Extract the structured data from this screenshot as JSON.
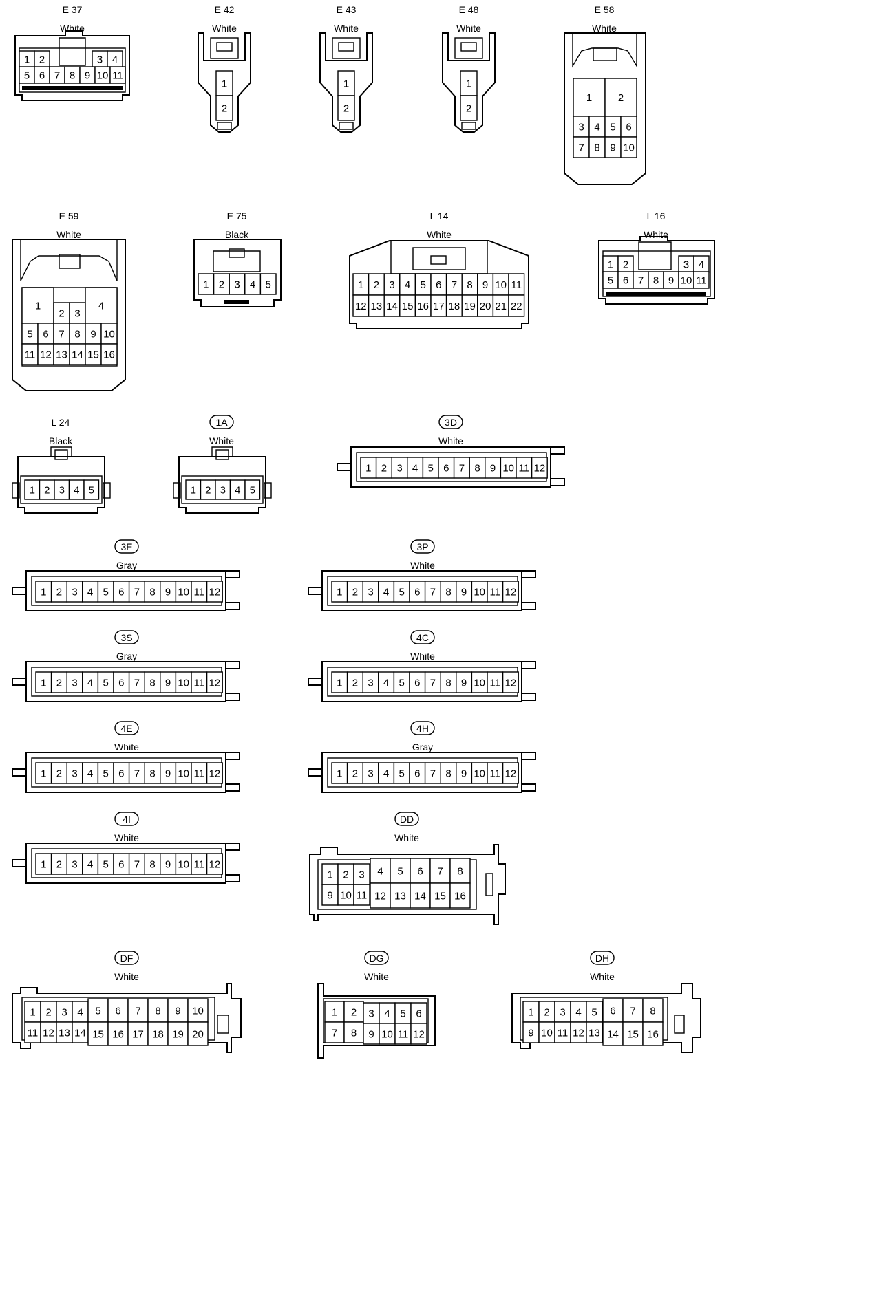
{
  "connectors": [
    {
      "code": "E 37",
      "boxed": false,
      "color": "White",
      "pins": [
        "1",
        "2",
        "3",
        "4",
        "5",
        "6",
        "7",
        "8",
        "9",
        "10",
        "11"
      ]
    },
    {
      "code": "E 42",
      "boxed": false,
      "color": "White",
      "pins": [
        "1",
        "2"
      ]
    },
    {
      "code": "E 43",
      "boxed": false,
      "color": "White",
      "pins": [
        "1",
        "2"
      ]
    },
    {
      "code": "E 48",
      "boxed": false,
      "color": "White",
      "pins": [
        "1",
        "2"
      ]
    },
    {
      "code": "E 58",
      "boxed": false,
      "color": "White",
      "pins": [
        "1",
        "2",
        "3",
        "4",
        "5",
        "6",
        "7",
        "8",
        "9",
        "10"
      ]
    },
    {
      "code": "E 59",
      "boxed": false,
      "color": "White",
      "pins": [
        "1",
        "2",
        "3",
        "4",
        "5",
        "6",
        "7",
        "8",
        "9",
        "10",
        "11",
        "12",
        "13",
        "14",
        "15",
        "16"
      ]
    },
    {
      "code": "E 75",
      "boxed": false,
      "color": "Black",
      "pins": [
        "1",
        "2",
        "3",
        "4",
        "5"
      ]
    },
    {
      "code": "L 14",
      "boxed": false,
      "color": "White",
      "pins": [
        "1",
        "2",
        "3",
        "4",
        "5",
        "6",
        "7",
        "8",
        "9",
        "10",
        "11",
        "12",
        "13",
        "14",
        "15",
        "16",
        "17",
        "18",
        "19",
        "20",
        "21",
        "22"
      ]
    },
    {
      "code": "L 16",
      "boxed": false,
      "color": "White",
      "pins": [
        "1",
        "2",
        "3",
        "4",
        "5",
        "6",
        "7",
        "8",
        "9",
        "10",
        "11"
      ]
    },
    {
      "code": "L 24",
      "boxed": false,
      "color": "Black",
      "pins": [
        "1",
        "2",
        "3",
        "4",
        "5"
      ]
    },
    {
      "code": "1A",
      "boxed": true,
      "color": "White",
      "pins": [
        "1",
        "2",
        "3",
        "4",
        "5"
      ]
    },
    {
      "code": "3D",
      "boxed": true,
      "color": "White",
      "pins": [
        "1",
        "2",
        "3",
        "4",
        "5",
        "6",
        "7",
        "8",
        "9",
        "10",
        "11",
        "12"
      ]
    },
    {
      "code": "3E",
      "boxed": true,
      "color": "Gray",
      "pins": [
        "1",
        "2",
        "3",
        "4",
        "5",
        "6",
        "7",
        "8",
        "9",
        "10",
        "11",
        "12"
      ]
    },
    {
      "code": "3P",
      "boxed": true,
      "color": "White",
      "pins": [
        "1",
        "2",
        "3",
        "4",
        "5",
        "6",
        "7",
        "8",
        "9",
        "10",
        "11",
        "12"
      ]
    },
    {
      "code": "3S",
      "boxed": true,
      "color": "Gray",
      "pins": [
        "1",
        "2",
        "3",
        "4",
        "5",
        "6",
        "7",
        "8",
        "9",
        "10",
        "11",
        "12"
      ]
    },
    {
      "code": "4C",
      "boxed": true,
      "color": "White",
      "pins": [
        "1",
        "2",
        "3",
        "4",
        "5",
        "6",
        "7",
        "8",
        "9",
        "10",
        "11",
        "12"
      ]
    },
    {
      "code": "4E",
      "boxed": true,
      "color": "White",
      "pins": [
        "1",
        "2",
        "3",
        "4",
        "5",
        "6",
        "7",
        "8",
        "9",
        "10",
        "11",
        "12"
      ]
    },
    {
      "code": "4H",
      "boxed": true,
      "color": "Gray",
      "pins": [
        "1",
        "2",
        "3",
        "4",
        "5",
        "6",
        "7",
        "8",
        "9",
        "10",
        "11",
        "12"
      ]
    },
    {
      "code": "4I",
      "boxed": true,
      "color": "White",
      "pins": [
        "1",
        "2",
        "3",
        "4",
        "5",
        "6",
        "7",
        "8",
        "9",
        "10",
        "11",
        "12"
      ]
    },
    {
      "code": "DD",
      "boxed": true,
      "color": "White",
      "pins": [
        "1",
        "2",
        "3",
        "4",
        "5",
        "6",
        "7",
        "8",
        "9",
        "10",
        "11",
        "12",
        "13",
        "14",
        "15",
        "16"
      ]
    },
    {
      "code": "DF",
      "boxed": true,
      "color": "White",
      "pins": [
        "1",
        "2",
        "3",
        "4",
        "5",
        "6",
        "7",
        "8",
        "9",
        "10",
        "11",
        "12",
        "13",
        "14",
        "15",
        "16",
        "17",
        "18",
        "19",
        "20"
      ]
    },
    {
      "code": "DG",
      "boxed": true,
      "color": "White",
      "pins": [
        "1",
        "2",
        "3",
        "4",
        "5",
        "6",
        "7",
        "8",
        "9",
        "10",
        "11",
        "12"
      ]
    },
    {
      "code": "DH",
      "boxed": true,
      "color": "White",
      "pins": [
        "1",
        "2",
        "3",
        "4",
        "5",
        "6",
        "7",
        "8",
        "9",
        "10",
        "11",
        "12",
        "13",
        "14",
        "15",
        "16"
      ]
    }
  ]
}
